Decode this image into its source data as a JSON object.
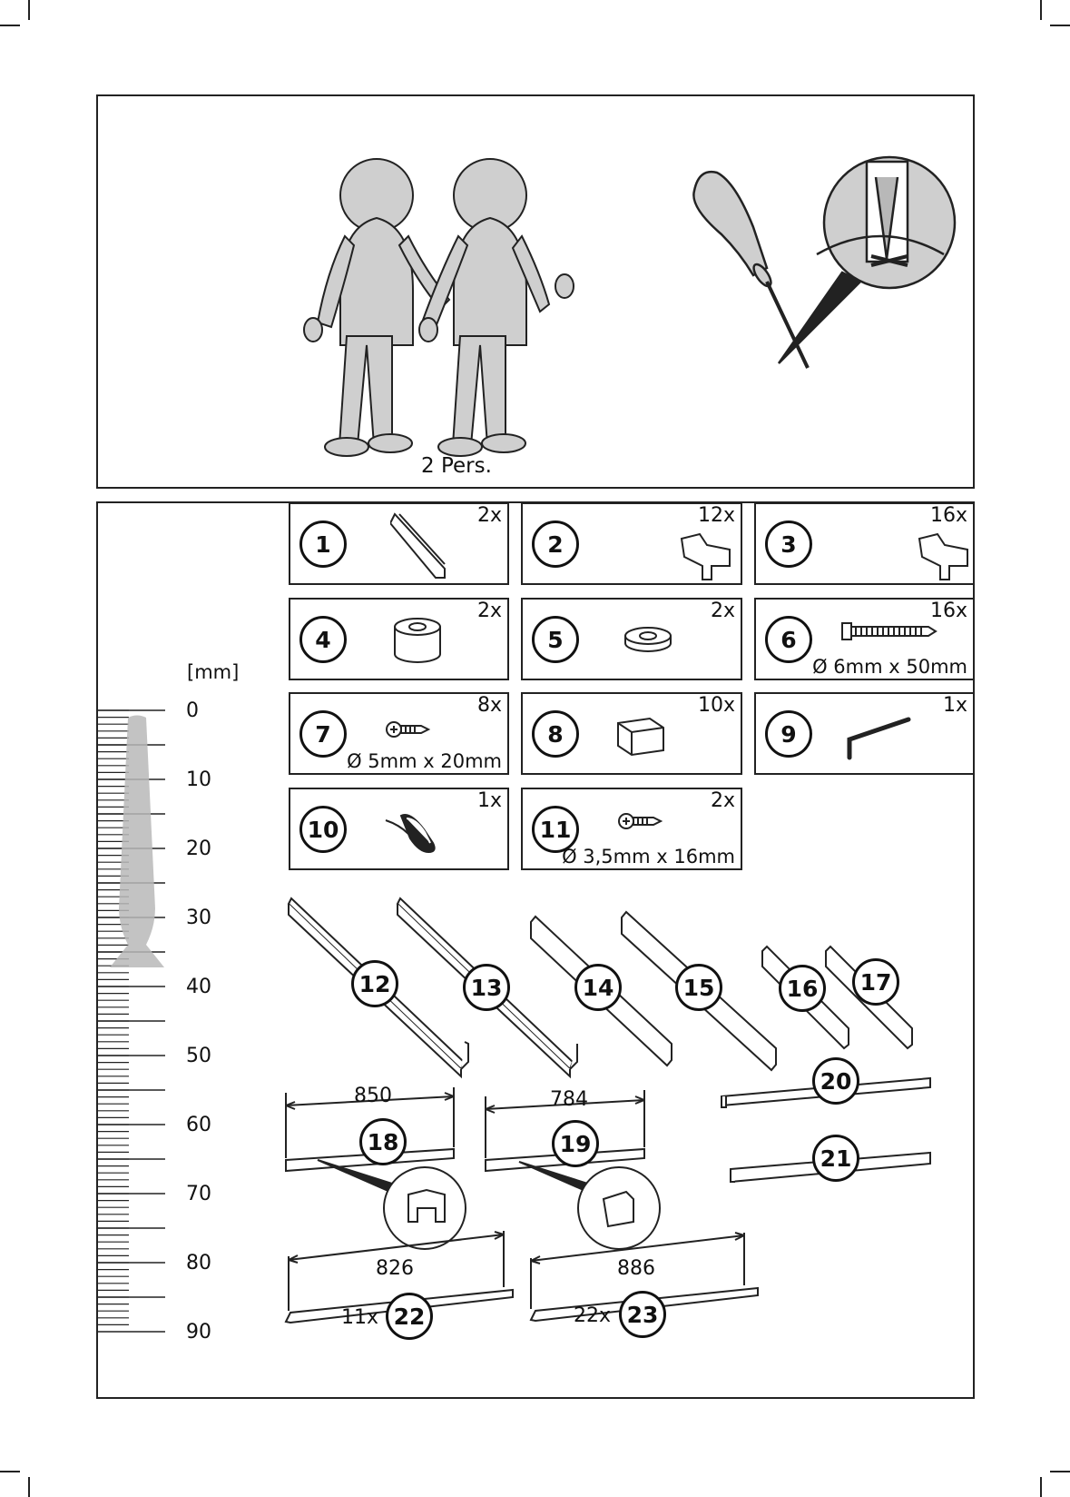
{
  "header": {
    "persons_label": "2 Pers."
  },
  "tools": {
    "screwdriver": "phillips-screwdriver-icon"
  },
  "ruler": {
    "unit_label": "[mm]",
    "marks": [
      "0",
      "10",
      "20",
      "30",
      "40",
      "50",
      "60",
      "70",
      "80",
      "90"
    ]
  },
  "parts": [
    {
      "number": "1",
      "qty": "2x",
      "spec": ""
    },
    {
      "number": "2",
      "qty": "12x",
      "spec": ""
    },
    {
      "number": "3",
      "qty": "16x",
      "spec": ""
    },
    {
      "number": "4",
      "qty": "2x",
      "spec": ""
    },
    {
      "number": "5",
      "qty": "2x",
      "spec": ""
    },
    {
      "number": "6",
      "qty": "16x",
      "spec": "Ø 6mm x 50mm"
    },
    {
      "number": "7",
      "qty": "8x",
      "spec": "Ø 5mm x 20mm"
    },
    {
      "number": "8",
      "qty": "10x",
      "spec": ""
    },
    {
      "number": "9",
      "qty": "1x",
      "spec": ""
    },
    {
      "number": "10",
      "qty": "1x",
      "spec": ""
    },
    {
      "number": "11",
      "qty": "2x",
      "spec": "Ø 3,5mm x 16mm"
    }
  ],
  "large_parts": [
    {
      "number": "12"
    },
    {
      "number": "13"
    },
    {
      "number": "14"
    },
    {
      "number": "15"
    },
    {
      "number": "16"
    },
    {
      "number": "17"
    },
    {
      "number": "18",
      "dimension": "850"
    },
    {
      "number": "19",
      "dimension": "784"
    },
    {
      "number": "20"
    },
    {
      "number": "21"
    },
    {
      "number": "22",
      "dimension": "826",
      "count": "11x"
    },
    {
      "number": "23",
      "dimension": "886",
      "count": "22x"
    }
  ],
  "colors": {
    "line": "#222222",
    "figure_fill": "#cfcfcf",
    "screw_fill": "#b8b8b8"
  }
}
